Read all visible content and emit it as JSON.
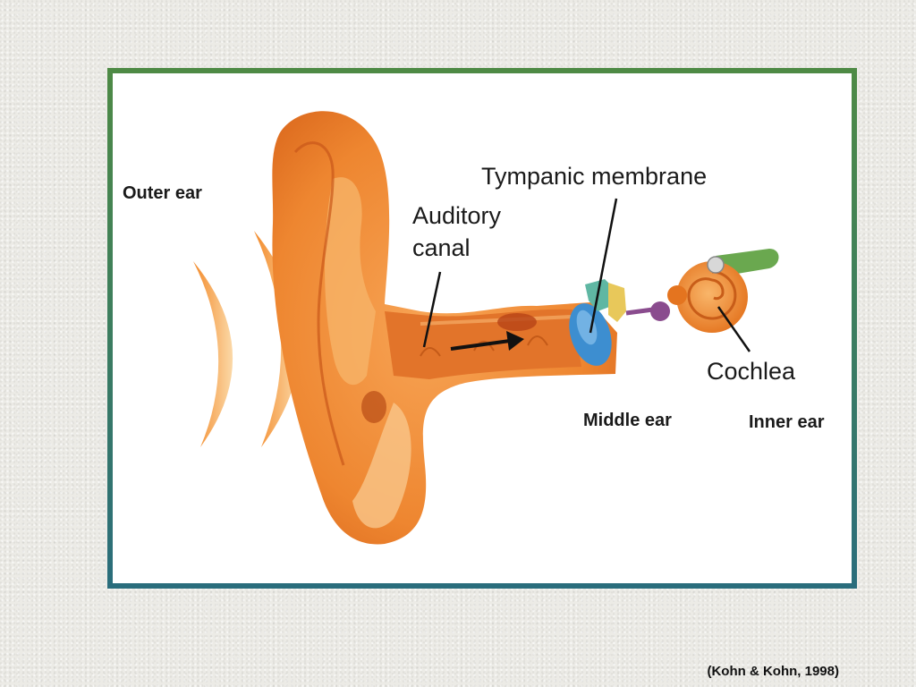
{
  "labels": {
    "outer_ear": "Outer ear",
    "tympanic_membrane": "Tympanic membrane",
    "auditory_canal_line1": "Auditory",
    "auditory_canal_line2": "canal",
    "middle_ear": "Middle ear",
    "inner_ear": "Inner ear",
    "cochlea": "Cochlea"
  },
  "citation": "(Kohn & Kohn, 1998)",
  "colors": {
    "ear_main": "#f0892e",
    "ear_dark": "#d9661c",
    "ear_light": "#f7b66b",
    "membrane": "#3d8ed0",
    "ossicle_teal": "#5fb7a3",
    "ossicle_yellow": "#e8c85a",
    "ossicle_purple": "#8a4c8e",
    "cochlea": "#f08a2a",
    "nerve": "#6aa84f",
    "frame_top": "#4e8a45",
    "frame_bottom": "#2a6d7c"
  }
}
